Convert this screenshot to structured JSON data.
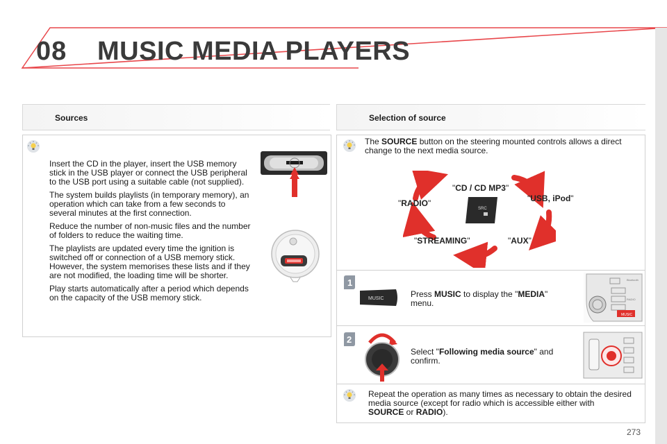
{
  "header": {
    "chapter": "08",
    "title": "MUSIC MEDIA PLAYERS"
  },
  "left": {
    "heading": "Sources",
    "paragraphs": [
      "Insert the CD in the player, insert the USB memory stick in the USB player or connect the USB peripheral to the USB port using a suitable cable (not supplied).",
      "The system builds playlists (in temporary memory), an operation which can take from a few seconds to several minutes at the first connection.",
      "Reduce the number of non-music files and the number of folders to reduce the waiting time.",
      "The playlists are updated every time the ignition is switched off or connection of a USB memory stick. However, the system memorises these lists and if they are not modified, the loading time will be shorter.",
      "Play starts automatically after a period which depends on the capacity of the USB memory stick."
    ]
  },
  "right": {
    "heading": "Selection of source",
    "intro_pre": "The ",
    "intro_bold": "SOURCE",
    "intro_post": " button on the steering mounted controls allows a direct change to the next media source.",
    "cycle": {
      "cd": "CD / CD MP3",
      "usb": "USB, iPod",
      "aux": "AUX",
      "streaming": "STREAMING",
      "radio": "RADIO",
      "quote": "\""
    },
    "step1": {
      "num": "1",
      "pre": "Press ",
      "bold1": "MUSIC",
      "mid": " to display the \"",
      "bold2": "MEDIA",
      "post": "\" menu.",
      "button": "MUSIC"
    },
    "step2": {
      "num": "2",
      "pre": "Select \"",
      "bold1": "Following media source",
      "post": "\" and confirm."
    },
    "repeat": {
      "pre": "Repeat the operation as many times as necessary to obtain the desired media source (except for radio which is accessible either with ",
      "b1": "SOURCE",
      "mid": " or ",
      "b2": "RADIO",
      "post": ")."
    },
    "src_button": "SRC"
  },
  "panel_labels": {
    "radio": "RADIO",
    "music": "MUSIC",
    "bluetooth": "Bluetooth"
  },
  "page_number": "273",
  "colors": {
    "accent_red": "#e0302b",
    "header_line": "#e8464a",
    "text": "#1a1a1a"
  }
}
